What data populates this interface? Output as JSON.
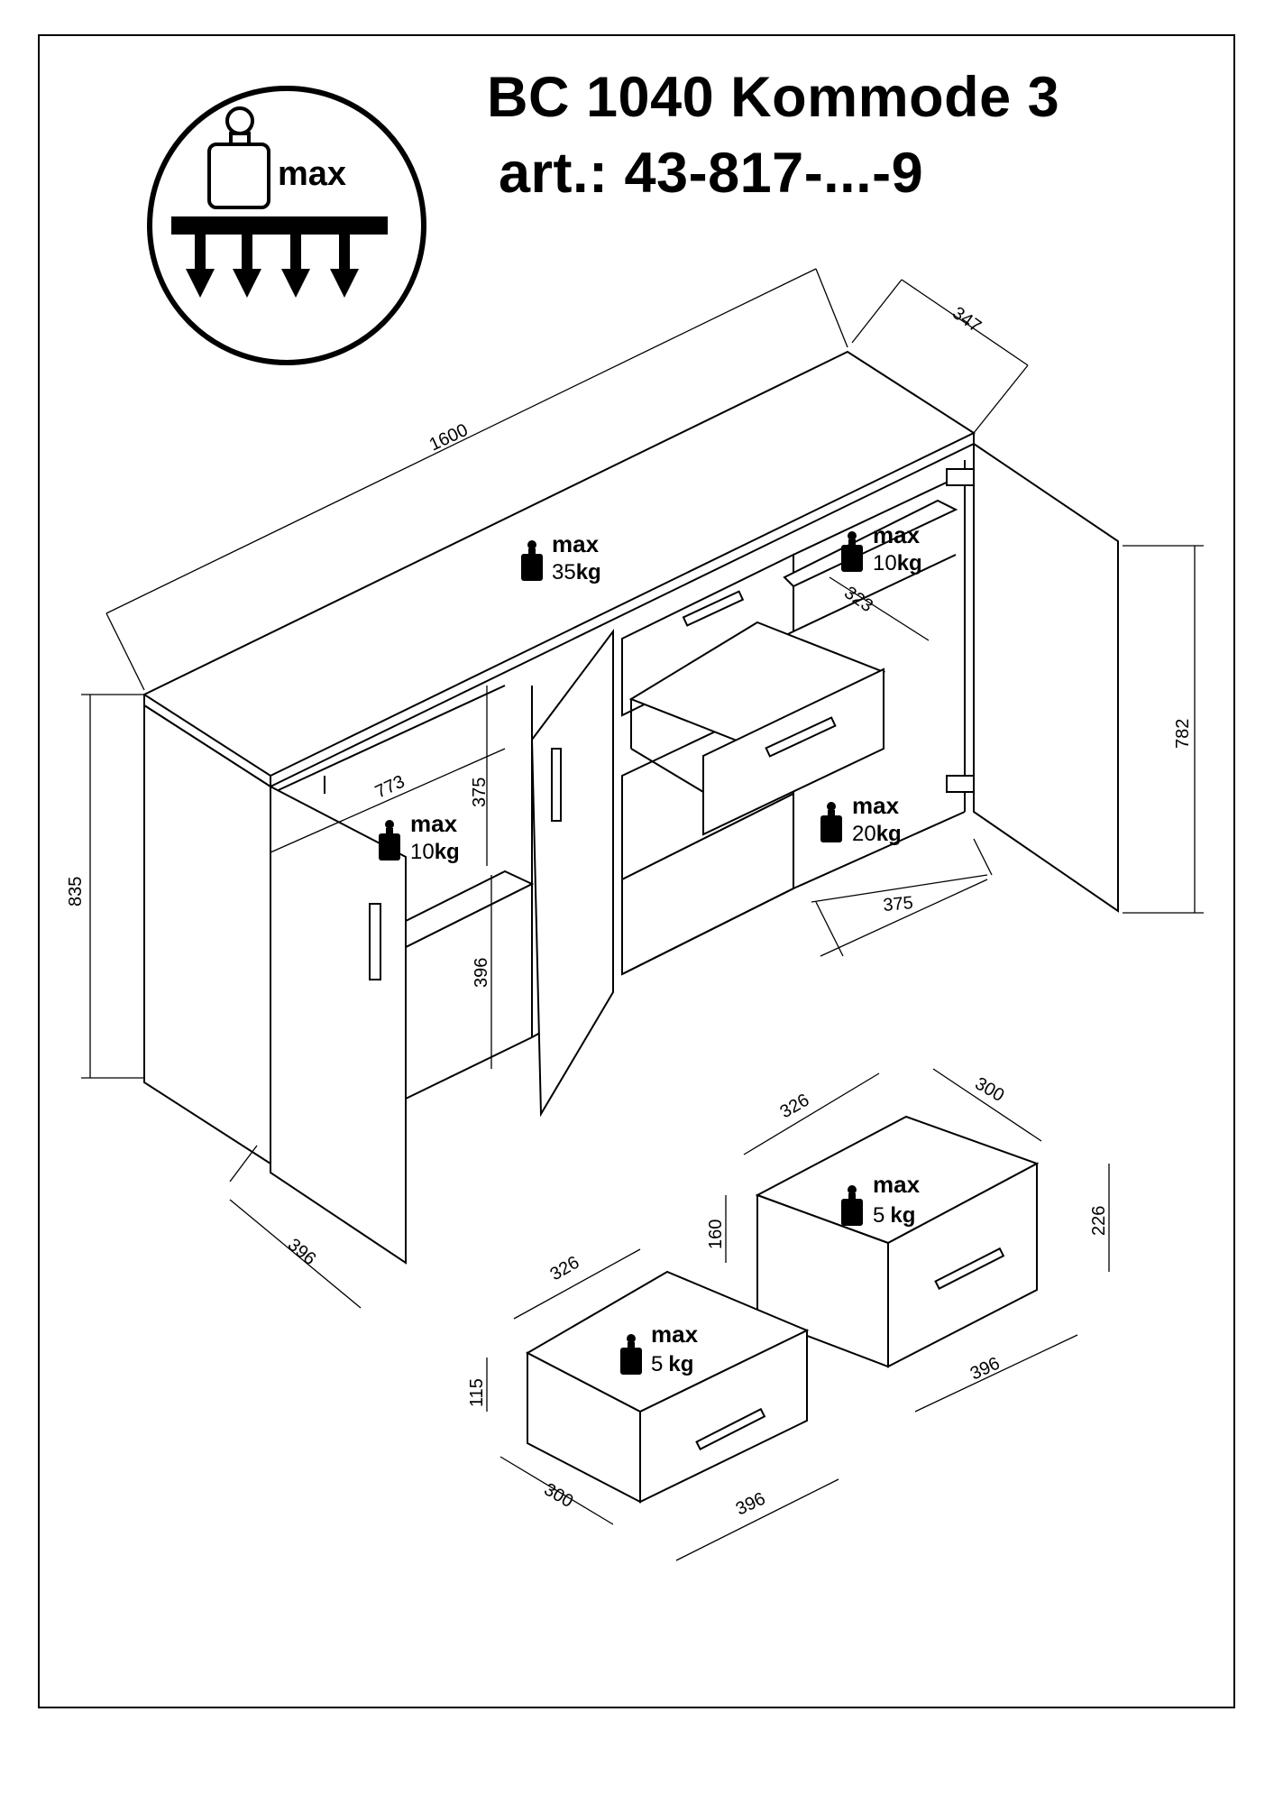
{
  "header": {
    "title": "BC 1040 Kommode 3",
    "article": "art.: 43-817-...-9"
  },
  "load_icon": {
    "label": "max",
    "icon": "max-load-weight-icon"
  },
  "dimensions": {
    "width": "1600",
    "depth": "347",
    "height": "835",
    "door_height": "782",
    "compartment_width": "773",
    "upper_shelf_height": "375",
    "lower_shelf_height": "396",
    "door_width_left": "396",
    "right_compartment_width": "375",
    "drawer_depth_top": "323"
  },
  "load_labels": {
    "top": {
      "max": "max",
      "value": "35",
      "unit": "kg"
    },
    "left_shelf": {
      "max": "max",
      "value": "10",
      "unit": "kg"
    },
    "right_upper_shelf": {
      "max": "max",
      "value": "10",
      "unit": "kg"
    },
    "right_lower": {
      "max": "max",
      "value": "20",
      "unit": "kg"
    },
    "drawer_large": {
      "max": "max",
      "value": "5",
      "unit": "kg"
    },
    "drawer_small": {
      "max": "max",
      "value": "5",
      "unit": "kg"
    }
  },
  "drawer_large": {
    "width": "326",
    "depth": "300",
    "height_inner": "160",
    "height_front": "226",
    "front_width": "396"
  },
  "drawer_small": {
    "width": "326",
    "depth": "300",
    "height_inner": "115",
    "front_width": "396"
  }
}
